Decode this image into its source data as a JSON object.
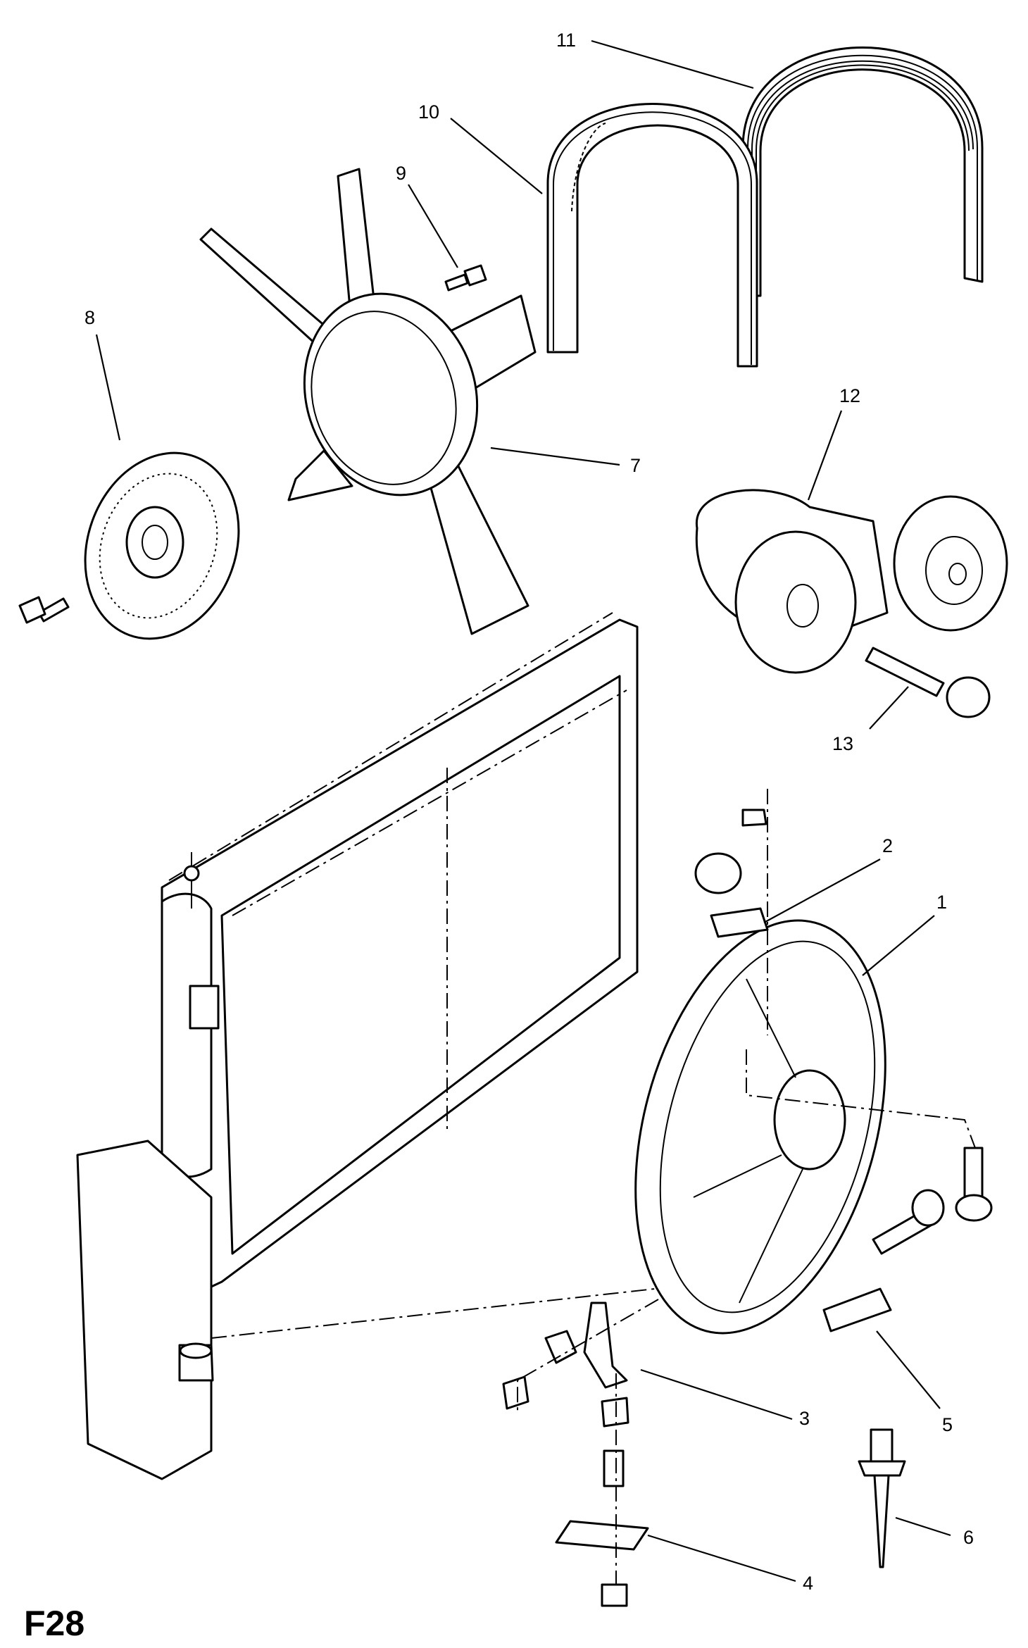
{
  "diagram": {
    "code": "F28",
    "callouts": [
      "1",
      "2",
      "3",
      "4",
      "5",
      "6",
      "7",
      "8",
      "9",
      "10",
      "11",
      "12",
      "13"
    ]
  }
}
